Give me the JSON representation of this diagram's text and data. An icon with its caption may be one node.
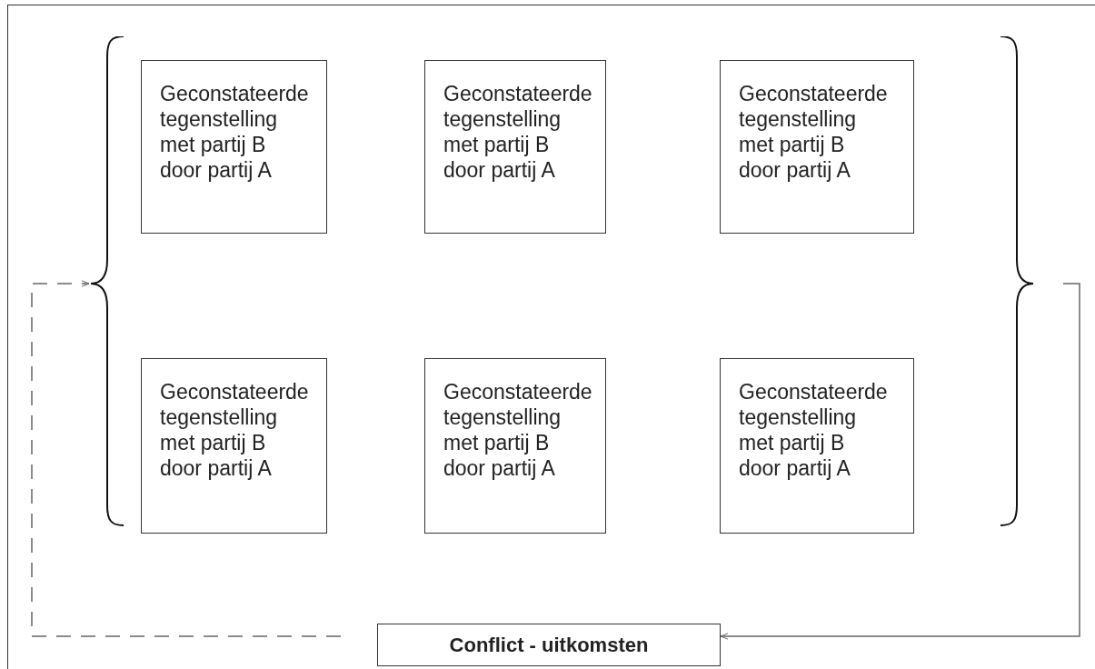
{
  "diagram": {
    "nodes": [
      {
        "text": [],
        "shape": "brace"
      },
      {
        "text": [
          "Geconstateerde tegenstelling met partij B door partij A"
        ],
        "in": 0
      },
      {
        "text": [
          "Geconstateerde tegenstelling met partij B door partij A"
        ],
        "in": 0
      },
      {
        "text": [
          "Geconstateerde tegenstelling met partij B door partij A"
        ],
        "in": 0
      },
      {
        "text": [
          "Geconstateerde tegenstelling met partij B door partij A"
        ],
        "in": 0
      },
      {
        "text": [
          "Geconstateerde tegenstelling met partij B door partij A"
        ],
        "in": 0
      },
      {
        "text": [
          "Geconstateerde tegenstelling met partij B door partij A"
        ],
        "in": 0
      },
      {
        "text": [
          "Conflict - uitkomsten"
        ]
      }
    ],
    "edges": [
      {
        "from": 0,
        "to": 7,
        "arrow": "to"
      },
      {
        "from": 7,
        "to": 0,
        "arrow": "to",
        "style": "dashed"
      }
    ]
  }
}
